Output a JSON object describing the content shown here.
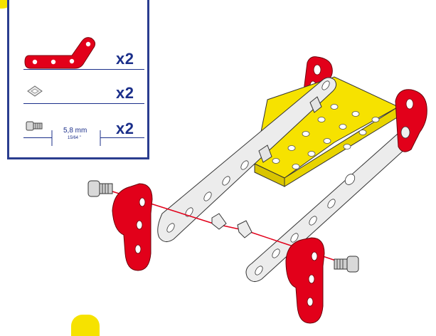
{
  "parts": [
    {
      "icon": "l-bracket-icon",
      "quantity": "x2"
    },
    {
      "icon": "square-nut-icon",
      "quantity": "x2"
    },
    {
      "icon": "screw-icon",
      "quantity": "x2",
      "length_mm": "5,8 mm",
      "length_in": "15/64 \""
    }
  ],
  "colors": {
    "frame": "#2a3d8f",
    "text": "#1b2f8a",
    "red_part": "#e2001a",
    "yellow_plate": "#f6e200",
    "steel_strip": "#e9e9e9",
    "assembly_line": "#e2001a"
  }
}
